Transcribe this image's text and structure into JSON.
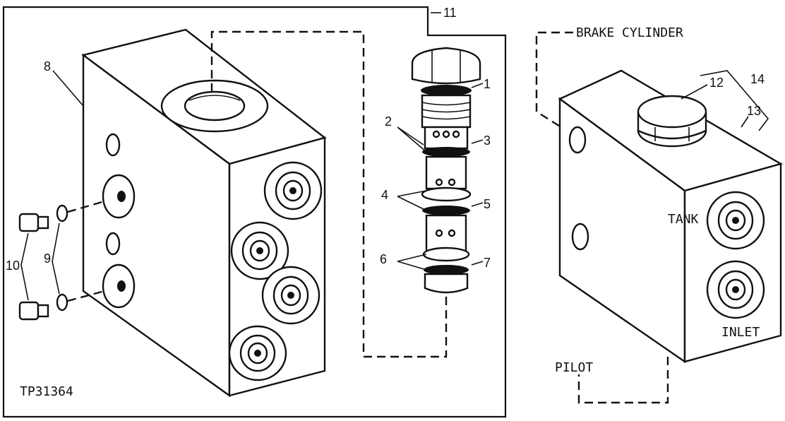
{
  "labels": {
    "brake_cylinder": "BRAKE CYLINDER",
    "tank": "TANK",
    "inlet": "INLET",
    "pilot": "PILOT",
    "figure_id": "TP31364"
  },
  "callouts": [
    "1",
    "2",
    "3",
    "4",
    "5",
    "6",
    "7",
    "8",
    "9",
    "10",
    "11",
    "12",
    "13",
    "14"
  ]
}
